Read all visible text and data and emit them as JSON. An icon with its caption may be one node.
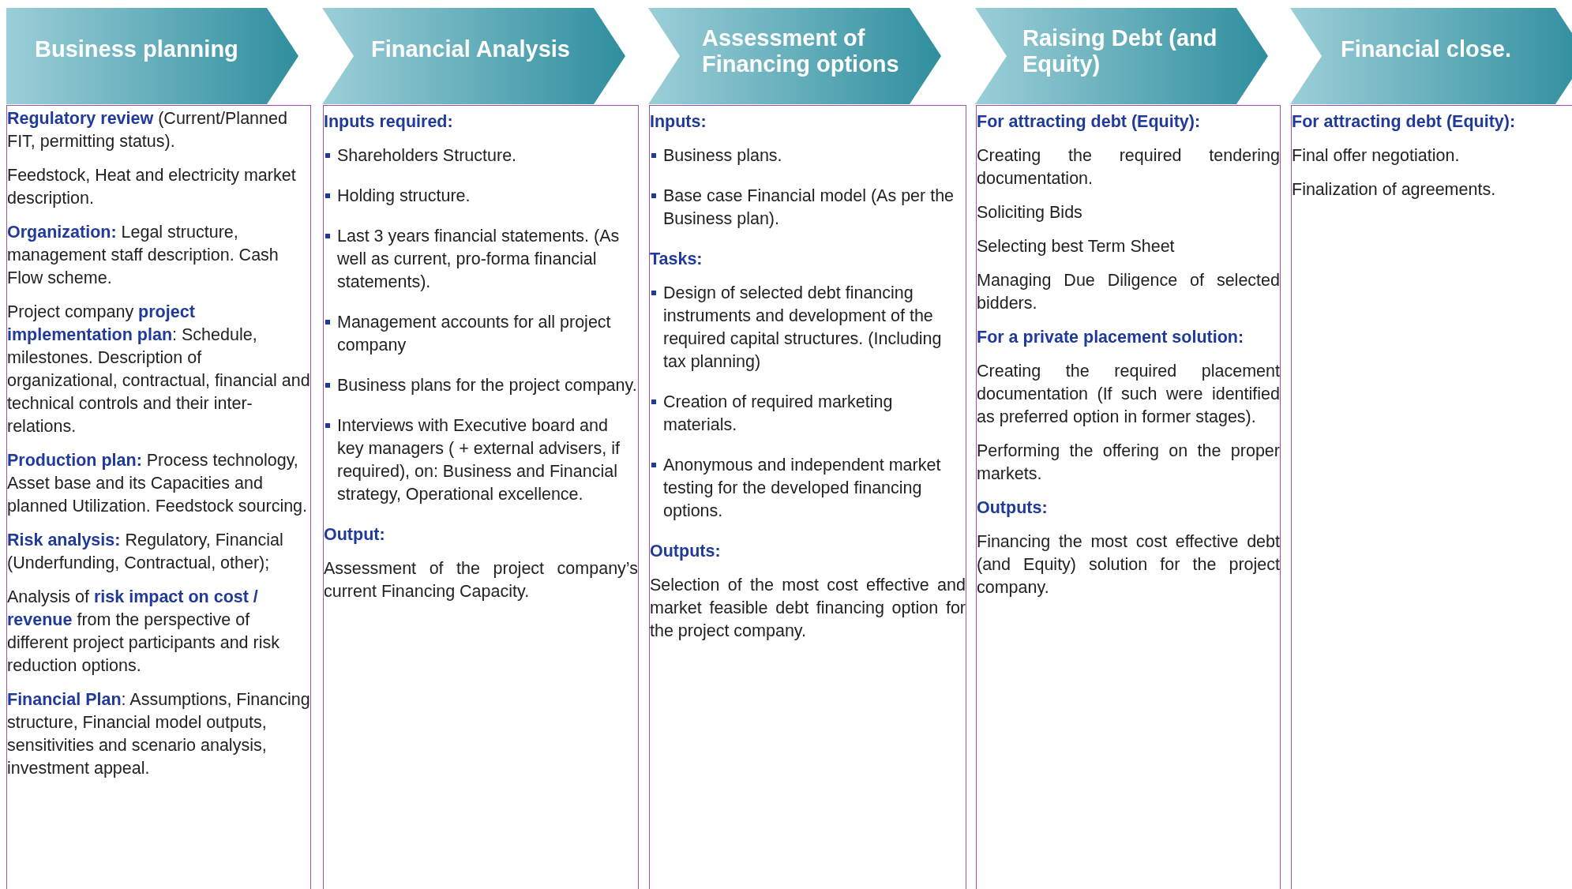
{
  "diagram": {
    "nodes": [
      {
        "text": [
          "Business planning"
        ]
      },
      {
        "text": [
          "Financial Analysis"
        ]
      },
      {
        "text": [
          "Assessment of Financing options"
        ]
      },
      {
        "text": [
          "Raising Debt (and Equity)"
        ]
      },
      {
        "text": [
          "Financial close."
        ]
      },
      {
        "text": [
          "**Regulatory review** (Current/Planned FIT, permitting status).",
          "Feedstock, Heat and electricity market description.",
          "**Organization:** Legal structure, management staff description. Cash Flow scheme.",
          "Project company **project implementation plan**: Schedule, milestones. Description of organizational, contractual, financial and technical controls and their inter-relations.",
          "**Production plan:** Process technology, Asset base and its Capacities and planned Utilization. Feedstock sourcing.",
          "**Risk analysis:** Regulatory, Financial (Underfunding, Contractual, other);",
          "Analysis of **risk impact on cost / revenue** from the perspective of different project participants and risk reduction options.",
          "**Financial Plan**: Assumptions, Financing structure, Financial model  outputs, sensitivities and scenario analysis, investment appeal."
        ]
      },
      {
        "text": [
          "Inputs required:",
          "Shareholders Structure.",
          "Holding structure.",
          "Last 3 years financial statements. (As well as current, pro-forma financial statements).",
          "Management accounts for all project company",
          "Business plans for the project company.",
          "Interviews with Executive board and key managers ( + external advisers, if required), on: Business and Financial strategy, Operational excellence.",
          "Output:",
          "Assessment of the project company’s current Financing Capacity."
        ]
      },
      {
        "text": [
          "Inputs:",
          "Business plans.",
          "Base case Financial model (As per the Business plan).",
          "Tasks:",
          "Design of selected debt financing instruments and development of the required capital structures. (Including tax planning)",
          "Creation of required marketing materials.",
          "Anonymous and independent market testing for the developed financing options.",
          "Outputs:",
          "Selection of the most cost effective and market feasible debt financing option for the project company."
        ]
      },
      {
        "text": [
          "For attracting debt (Equity):",
          "Creating the required tendering documentation.",
          "Soliciting Bids",
          "Selecting best Term Sheet",
          "Managing Due Diligence of selected bidders.",
          "For a private placement solution:",
          "Creating the required placement documentation (If such were identified as preferred option in former stages).",
          "Performing the offering on the proper markets.",
          "Outputs:",
          "Financing the most cost effective debt (and Equity) solution for the project company."
        ]
      },
      {
        "text": [
          "For attracting debt (Equity):",
          "Final offer negotiation.",
          "Finalization of agreements."
        ]
      }
    ]
  }
}
